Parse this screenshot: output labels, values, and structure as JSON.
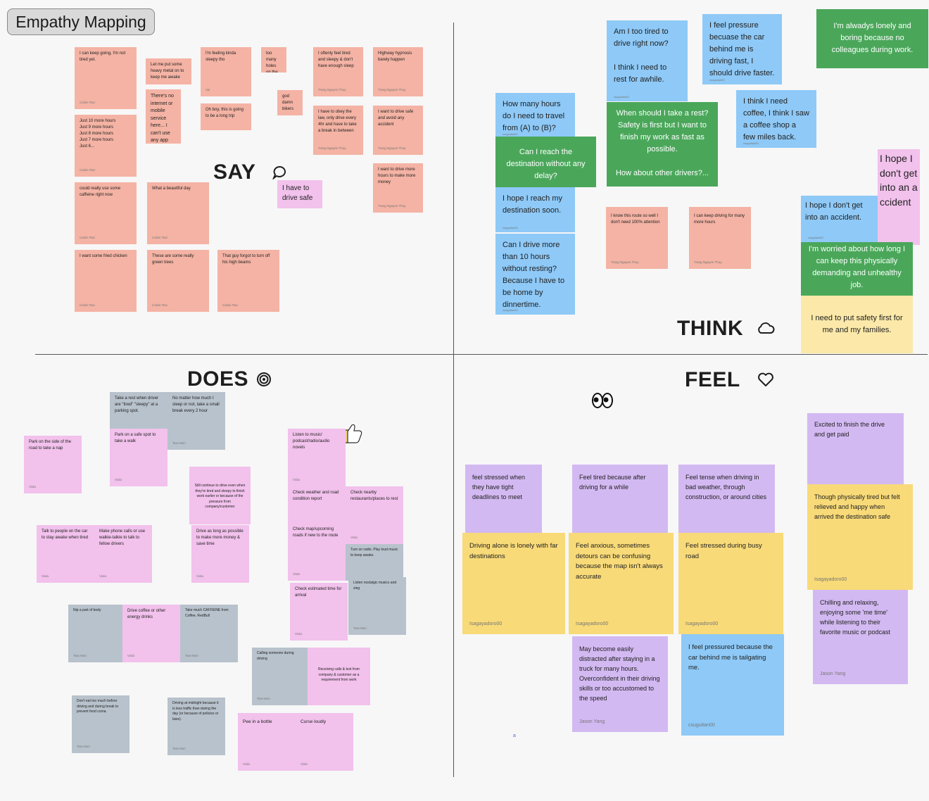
{
  "board": {
    "title": "Empathy Mapping"
  },
  "sections": {
    "say": "SAY",
    "think": "THINK",
    "does": "DOES",
    "feel": "FEEL"
  },
  "colors": {
    "salmon": "#f4b3a4",
    "pink": "#f2c1ec",
    "grey": "#b8c2cc",
    "blue": "#8ec9f7",
    "green": "#4aa75a",
    "yellow": "#f8da78",
    "light_yellow": "#fce9a9",
    "purple": "#d3b9f2"
  },
  "icons": {
    "say": "speech-bubble-icon",
    "think": "cloud-icon",
    "does": "target-icon",
    "feel": "heart-icon",
    "eyes": "eyes-emoji",
    "hand": "thumbs-up-cursor",
    "heart_sticker": "heart-sticker"
  },
  "say_notes": [
    {
      "text": "I can keep going, I'm not tired yet.",
      "author": "Calvin Tsai"
    },
    {
      "text": "Let me put some heavy metal on to keep me awake",
      "author": ""
    },
    {
      "text": "I'm feeling kinda sleepy tho",
      "author": "Vai"
    },
    {
      "text": "too many holes on the road",
      "author": ""
    },
    {
      "text": "I oftenly feel tired and sleepy & don't have enough sleep",
      "author": "Trang Nguyen Thuy"
    },
    {
      "text": "Highway hypnosis barely happen",
      "author": "Trang Nguyen Thuy"
    },
    {
      "text": "There's no internet or mobile service here... I can't use any app",
      "author": ""
    },
    {
      "text": "god damn bikers",
      "author": ""
    },
    {
      "text": "Oh boy, this is going to be a long trip",
      "author": ""
    },
    {
      "text": "I have to obey the law, only drive every 4hr and have to take a break in between",
      "author": "Trang Nguyen Thuy"
    },
    {
      "text": "I want to drive safe and avoid any accident",
      "author": "Trang Nguyen Thuy"
    },
    {
      "text": "Just 10 more hours\nJust 9 more hours\nJust 8 more hours\nJust 7 more hours\nJust 6...",
      "author": "Calvin Tsai"
    },
    {
      "text": "I want to drive more hours to make more money",
      "author": "Trang Nguyen Thuy"
    },
    {
      "text": "could really use some caffeine right now",
      "author": "Calvin Tsai"
    },
    {
      "text": "What a beautiful day",
      "author": "Calvin Tsai"
    },
    {
      "text": "I have to drive safe",
      "author": ""
    },
    {
      "text": "I want some fried chicken",
      "author": "Calvin Tsai"
    },
    {
      "text": "These are some really green trees",
      "author": "Calvin Tsai"
    },
    {
      "text": "That guy forgot to turn off his high beams",
      "author": "Calvin Tsai"
    }
  ],
  "think_notes": [
    {
      "text": "Am I too tired to drive right now?\n\nI think I need to rest for awhile.",
      "author": "csuguitan00"
    },
    {
      "text": "I feel pressure becuase the car behind me is driving fast, I should drive faster.",
      "author": "csuguitan00"
    },
    {
      "text": "I'm alwadys lonely and boring because no colleagues during work.",
      "author": ""
    },
    {
      "text": "How many hours do I need to travel from (A) to (B)?",
      "author": "csuguitan00"
    },
    {
      "text": "I think I need coffee, I think I saw a coffee shop a few miles back.",
      "author": "csuguitan00"
    },
    {
      "text": "When should I take a rest? Safety is first but I want to finish my work as fast as possible.\n\nHow about other drivers?...",
      "author": ""
    },
    {
      "text": "Can I reach the destination without any delay?",
      "author": ""
    },
    {
      "text": "I hope I don't get into an accident",
      "author": ""
    },
    {
      "text": "I hope I reach my destination soon.",
      "author": "csuguitan00"
    },
    {
      "text": "I know this route so well I don't need 100% attention",
      "author": "Trang Nguyen Thuy"
    },
    {
      "text": "I can keep driving for many more hours",
      "author": "Trang Nguyen Thuy"
    },
    {
      "text": "I hope I don't get into an accident.",
      "author": "csuguitan00"
    },
    {
      "text": "I'm worried about how long I can keep this physically demanding and unhealthy job.",
      "author": ""
    },
    {
      "text": "Can I drive more than 10 hours without resting? Because I have to be home by dinnertime.",
      "author": "csuguitan00"
    },
    {
      "text": "I need to put safety first for me and my families.",
      "author": ""
    }
  ],
  "does_notes": [
    {
      "text": "Take a rest when driver are \"tired\" \"sleepy\" at a parking spot.",
      "author": ""
    },
    {
      "text": "No matter how much I sleep or not, take a small break every 2 hour",
      "author": "Tara Mori"
    },
    {
      "text": "Park on a safe spot to take a walk",
      "author": "Viola"
    },
    {
      "text": "Park on the side of the road to take a nap",
      "author": "Viola"
    },
    {
      "text": "Listen to music/ podcast/radio/audio novels",
      "author": "Viola"
    },
    {
      "text": "Still continue to drive even when they're tired and sleepy to finish work earlier or because of the pressure from company/customer",
      "author": ""
    },
    {
      "text": "Check weather and road condition report",
      "author": ""
    },
    {
      "text": "Check nearby restaurants/places to rest",
      "author": "Viola"
    },
    {
      "text": "Talk to people on the car to stay awake when tired",
      "author": "Viola"
    },
    {
      "text": "Make phone calls or use walkie-talkie to talk to fellow drivers",
      "author": "Viola"
    },
    {
      "text": "Drive as long as possible to make more money & save time",
      "author": "Viola"
    },
    {
      "text": "Check map/upcoming roads if new to the route",
      "author": "Viola"
    },
    {
      "text": "Turn on radio. Play loud music to keep awake.",
      "author": ""
    },
    {
      "text": "Check estimated time for arrival",
      "author": "Viola"
    },
    {
      "text": "Listen nostalgic musics and sing",
      "author": "Tara Mori"
    },
    {
      "text": "Nip a part of body",
      "author": "Tara Mori"
    },
    {
      "text": "Drive coffee or other energy drinks",
      "author": "Viola"
    },
    {
      "text": "Take much CAFFEINE from Coffee, RedBull",
      "author": "Tara Mori"
    },
    {
      "text": "Calling someone during driving",
      "author": "Tara Mori"
    },
    {
      "text": "Receiving calls & text from company & customer as a requirement from work",
      "author": ""
    },
    {
      "text": "Don't eat too much before driving and during break to prevent food coma.",
      "author": "Tara Mori"
    },
    {
      "text": "Driving at midnight because it is less traffic than during the day (or because of policies or laws).",
      "author": "Tara Mori"
    },
    {
      "text": "Pee in a bottle",
      "author": "Viola"
    },
    {
      "text": "Curse loudly",
      "author": "Viola"
    }
  ],
  "feel_notes": [
    {
      "text": "Excited to finish the drive and get paid",
      "author": ""
    },
    {
      "text": "feel stressed when they have tight deadlines to meet",
      "author": ""
    },
    {
      "text": "Feel tired because after driving for a while",
      "author": ""
    },
    {
      "text": "Feel tense when driving in bad weather, through construction, or around cities",
      "author": ""
    },
    {
      "text": "Though physically tired but felt relieved and happy when arrived the destination safe",
      "author": "Isagayadoro00"
    },
    {
      "text": "Driving alone is lonely with far destinations",
      "author": "Isagayadoro00"
    },
    {
      "text": "Feel anxious, sometimes detours can be confusing because the map isn't always accurate",
      "author": "Isagayadoro00"
    },
    {
      "text": "Feel stressed during busy road",
      "author": "Isagayadoro00"
    },
    {
      "text": "Chilling and relaxing, enjoying some 'me time' while listening to their favorite music or podcast",
      "author": "Jason Yang"
    },
    {
      "text": "May become easily distracted after staying in a truck for many hours. Overconfident in their driving skills or too accustomed to the speed",
      "author": "Jason Yang"
    },
    {
      "text": "I feel pressured because the car behind me is tailgating me.",
      "author": "csuguitan00"
    }
  ]
}
